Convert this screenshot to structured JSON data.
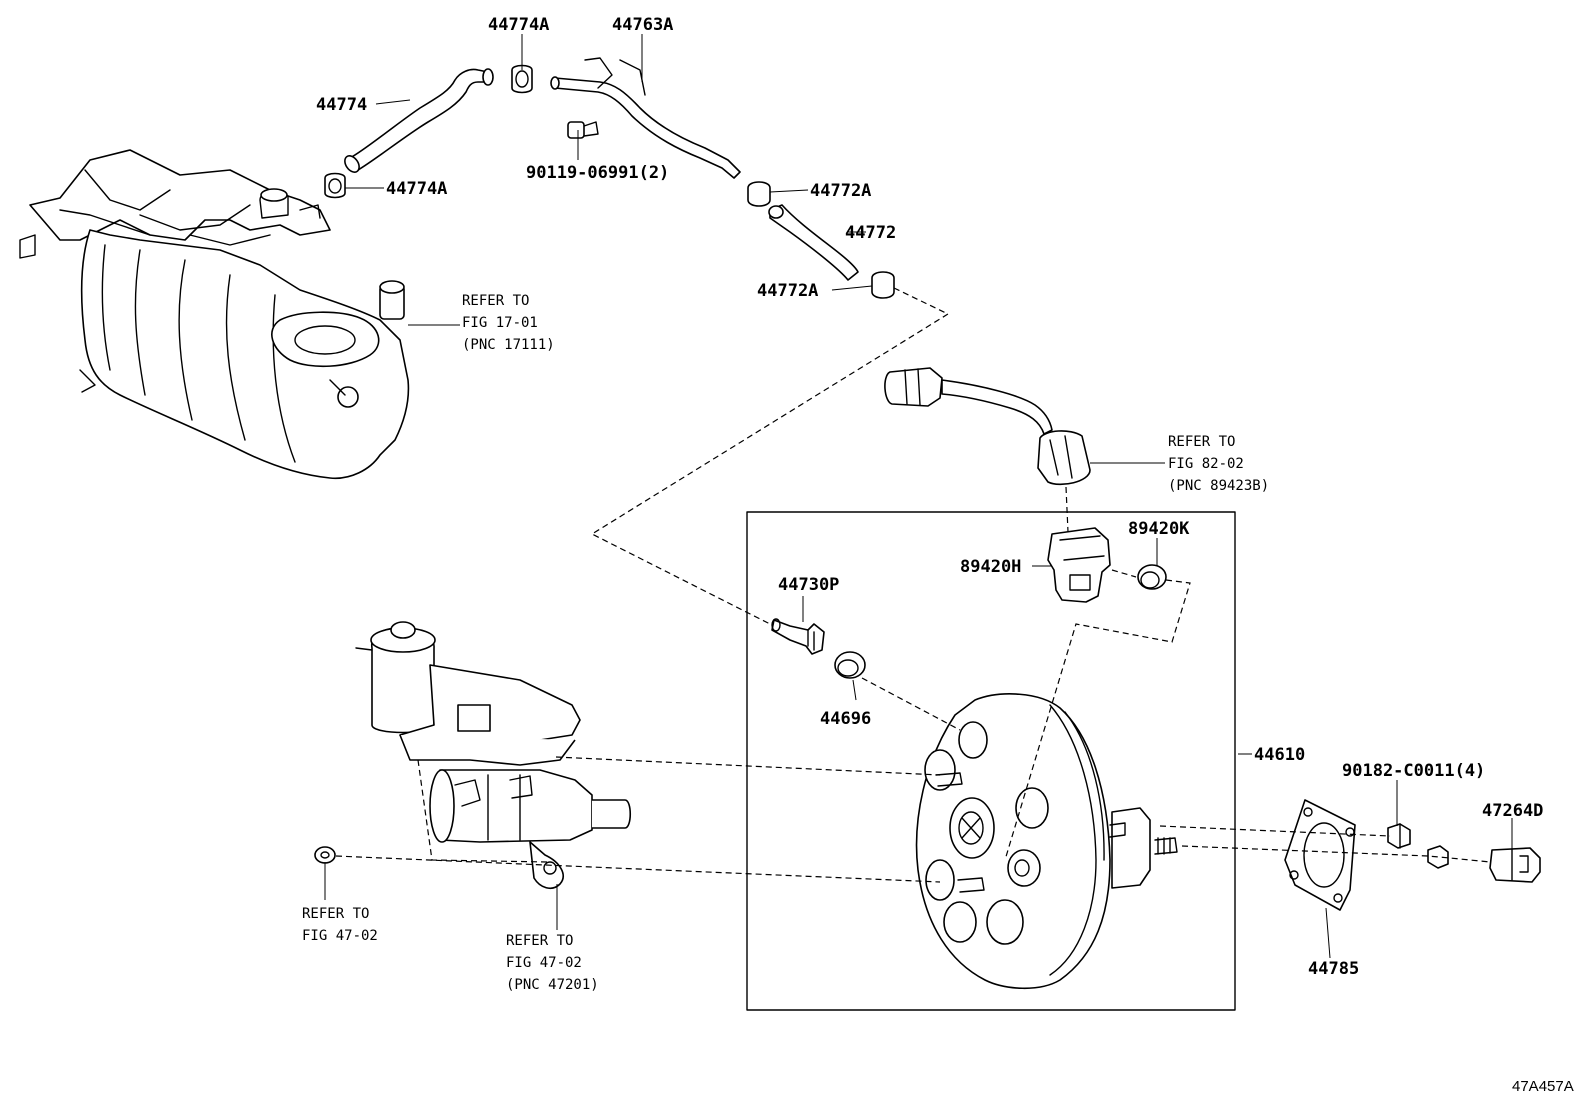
{
  "diagram": {
    "parts": {
      "p44774A_top": "44774A",
      "p44763A": "44763A",
      "p44774": "44774",
      "p90119": "90119-06991(2)",
      "p44774A_bottom": "44774A",
      "p44772A_top": "44772A",
      "p44772": "44772",
      "p44772A_bottom": "44772A",
      "p89420K": "89420K",
      "p89420H": "89420H",
      "p44730P": "44730P",
      "p44696": "44696",
      "p44610": "44610",
      "p90182": "90182-C0011(4)",
      "p47264D": "47264D",
      "p44785": "44785"
    },
    "refs": {
      "manifold": [
        "REFER TO",
        "FIG 17-01",
        "(PNC 17111)"
      ],
      "sensor": [
        "REFER TO",
        "FIG 82-02",
        "(PNC 89423B)"
      ],
      "reservoir_bolt": [
        "REFER TO",
        "FIG 47-02"
      ],
      "master_cylinder": [
        "REFER TO",
        "FIG 47-02",
        "(PNC 47201)"
      ]
    },
    "figure_code": "47A457A"
  }
}
